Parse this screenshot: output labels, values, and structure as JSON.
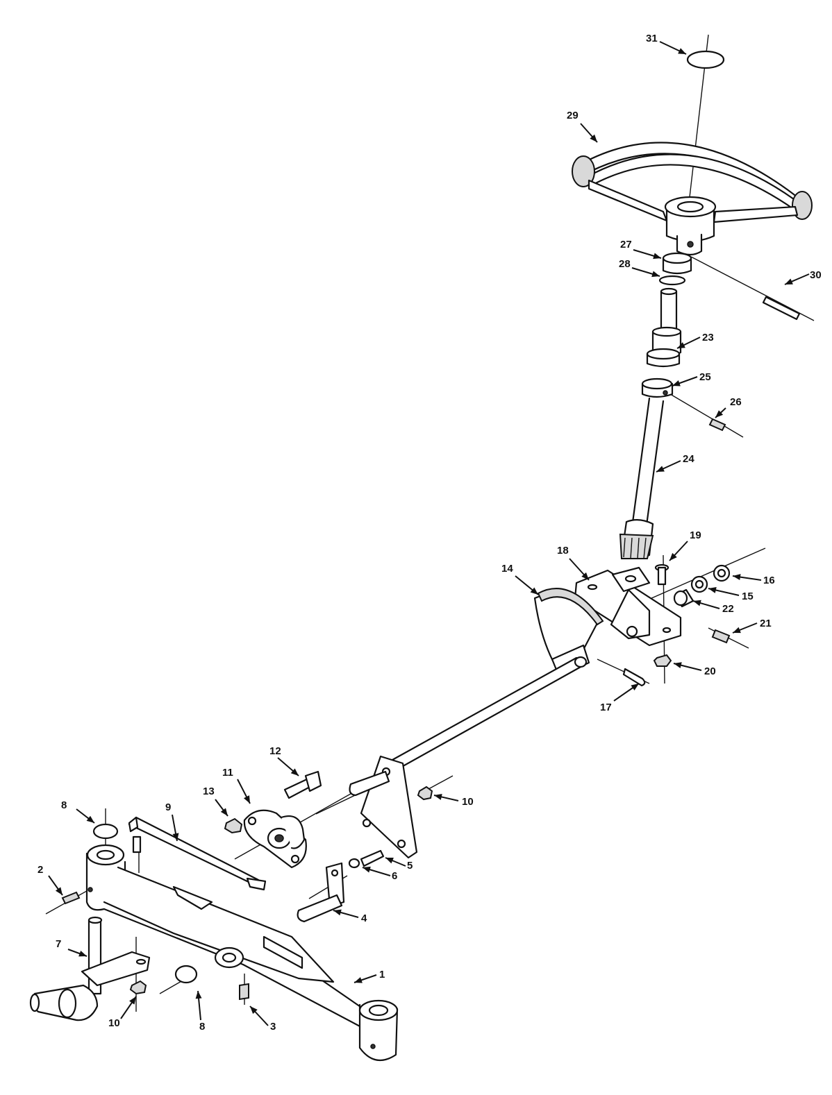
{
  "callouts": [
    {
      "text": "31"
    },
    {
      "text": "29"
    },
    {
      "text": "27"
    },
    {
      "text": "28"
    },
    {
      "text": "30"
    },
    {
      "text": "23"
    },
    {
      "text": "25"
    },
    {
      "text": "26"
    },
    {
      "text": "24"
    },
    {
      "text": "19"
    },
    {
      "text": "18"
    },
    {
      "text": "14"
    },
    {
      "text": "16"
    },
    {
      "text": "15"
    },
    {
      "text": "22"
    },
    {
      "text": "21"
    },
    {
      "text": "20"
    },
    {
      "text": "17"
    },
    {
      "text": "12"
    },
    {
      "text": "11"
    },
    {
      "text": "13"
    },
    {
      "text": "10"
    },
    {
      "text": "8"
    },
    {
      "text": "9"
    },
    {
      "text": "5"
    },
    {
      "text": "6"
    },
    {
      "text": "2"
    },
    {
      "text": "4"
    },
    {
      "text": "7"
    },
    {
      "text": "1"
    },
    {
      "text": "10"
    },
    {
      "text": "8"
    },
    {
      "text": "3"
    }
  ]
}
